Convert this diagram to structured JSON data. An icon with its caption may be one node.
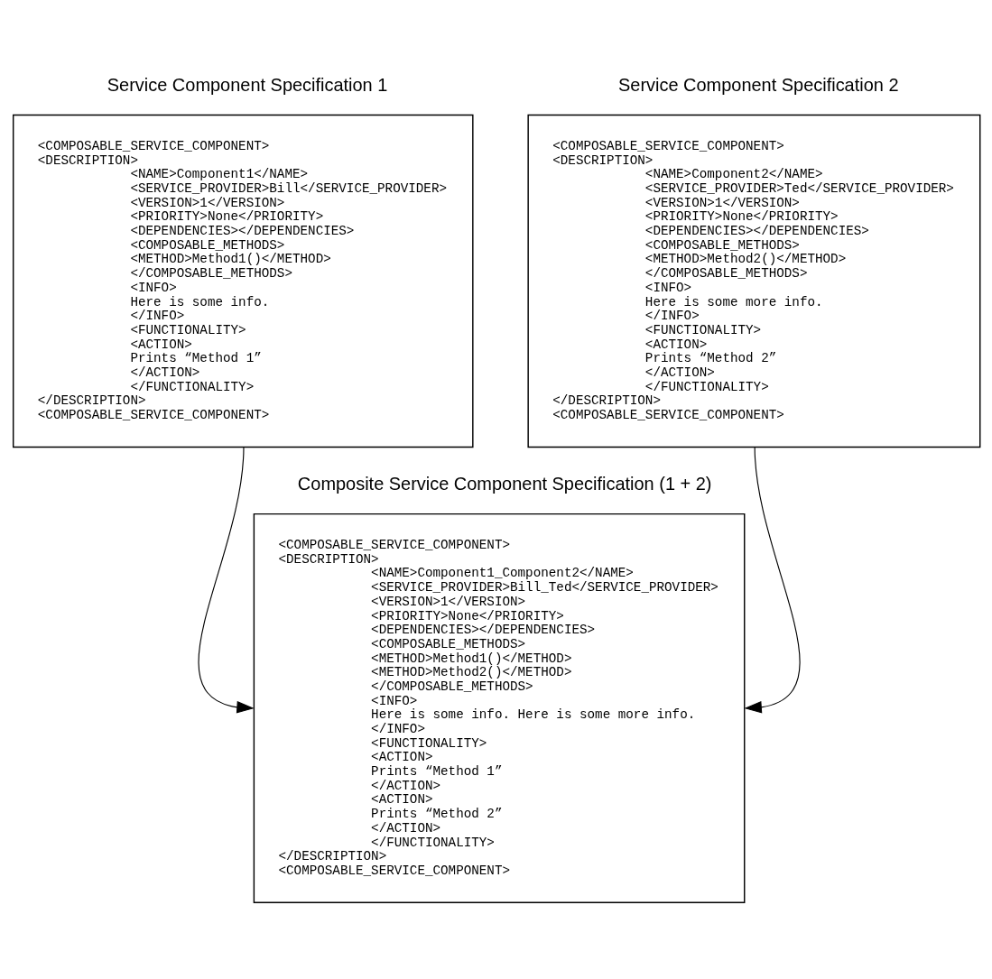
{
  "diagram": {
    "nodes": [
      {
        "text": [
          "Service Component Specification 1",
          "<COMPOSABLE_SERVICE_COMPONENT>",
          "<DESCRIPTION>",
          "<NAME>Component1</NAME>",
          "<SERVICE_PROVIDER>Bill</SERVICE_PROVIDER>",
          "<VERSION>1</VERSION>",
          "<PRIORITY>None</PRIORITY>",
          "<DEPENDENCIES></DEPENDENCIES>",
          "<COMPOSABLE_METHODS>",
          "<METHOD>Method1()</METHOD>",
          "</COMPOSABLE_METHODS>",
          "<INFO>",
          "Here is some info.",
          "</INFO>",
          "<FUNCTIONALITY>",
          "<ACTION>",
          "Prints “Method 1”",
          "</ACTION>",
          "</FUNCTIONALITY>",
          "</DESCRIPTION>",
          "<COMPOSABLE_SERVICE_COMPONENT>"
        ]
      },
      {
        "text": [
          "Service Component Specification 2",
          "<COMPOSABLE_SERVICE_COMPONENT>",
          "<DESCRIPTION>",
          "<NAME>Component2</NAME>",
          "<SERVICE_PROVIDER>Ted</SERVICE_PROVIDER>",
          "<VERSION>1</VERSION>",
          "<PRIORITY>None</PRIORITY>",
          "<DEPENDENCIES></DEPENDENCIES>",
          "<COMPOSABLE_METHODS>",
          "<METHOD>Method2()</METHOD>",
          "</COMPOSABLE_METHODS>",
          "<INFO>",
          "Here is some more info.",
          "</INFO>",
          "<FUNCTIONALITY>",
          "<ACTION>",
          "Prints “Method 2”",
          "</ACTION>",
          "</FUNCTIONALITY>",
          "</DESCRIPTION>",
          "<COMPOSABLE_SERVICE_COMPONENT>"
        ]
      },
      {
        "text": [
          "Composite Service Component Specification (1 + 2)",
          "<COMPOSABLE_SERVICE_COMPONENT>",
          "<DESCRIPTION>",
          "<NAME>Component1_Component2</NAME>",
          "<SERVICE_PROVIDER>Bill_Ted</SERVICE_PROVIDER>",
          "<VERSION>1</VERSION>",
          "<PRIORITY>None</PRIORITY>",
          "<DEPENDENCIES></DEPENDENCIES>",
          "<COMPOSABLE_METHODS>",
          "<METHOD>Method1()</METHOD>",
          "<METHOD>Method2()</METHOD>",
          "</COMPOSABLE_METHODS>",
          "<INFO>",
          "Here is some info. Here is some more info.",
          "</INFO>",
          "<FUNCTIONALITY>",
          "<ACTION>",
          "Prints “Method 1”",
          "</ACTION>",
          "<ACTION>",
          "Prints “Method 2”",
          "</ACTION>",
          "</FUNCTIONALITY>",
          "</DESCRIPTION>",
          "<COMPOSABLE_SERVICE_COMPONENT>"
        ]
      }
    ],
    "edges": [
      {
        "from": 0,
        "to": 2,
        "arrow": "to"
      },
      {
        "from": 1,
        "to": 2,
        "arrow": "to"
      }
    ]
  }
}
